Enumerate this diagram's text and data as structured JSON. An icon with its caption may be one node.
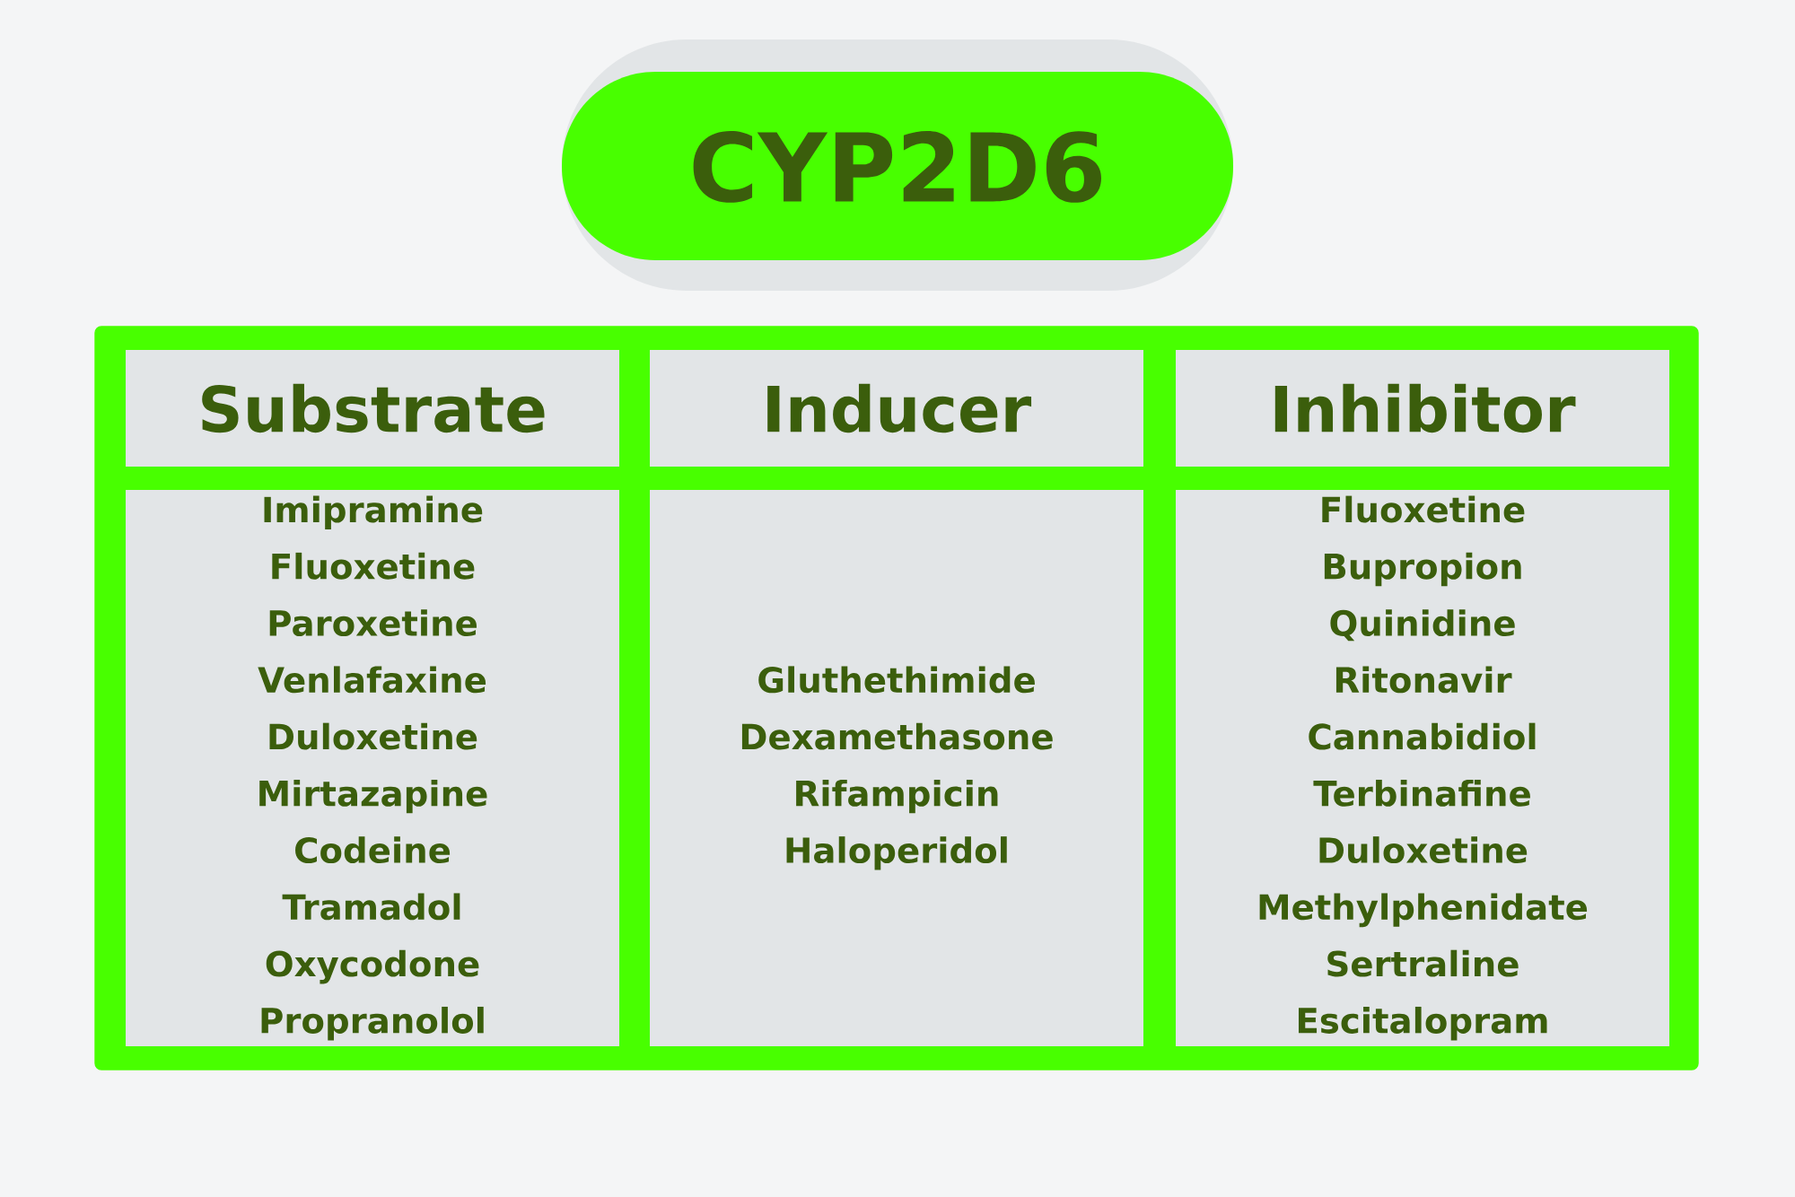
{
  "diagram": {
    "nodes": [
      {
        "text": [
          "CYP2D6"
        ]
      },
      {
        "text": [],
        "shape": "box"
      },
      {
        "text": [
          "Substrate"
        ],
        "in": 1
      },
      {
        "text": [
          "Inducer"
        ],
        "in": 1
      },
      {
        "text": [
          "Inhibitor"
        ],
        "in": 1
      },
      {
        "text": [
          "Imipramine",
          "Fluoxetine",
          "Paroxetine",
          "Venlafaxine",
          "Duloxetine",
          "Mirtazapine",
          "Codeine",
          "Tramadol",
          "Oxycodone",
          "Propranolol"
        ],
        "in": 1
      },
      {
        "text": [
          "Gluthethimide",
          "Dexamethasone",
          "Rifampicin",
          "Haloperidol"
        ],
        "in": 1
      },
      {
        "text": [
          "Fluoxetine",
          "Bupropion",
          "Quinidine",
          "Ritonavir",
          "Cannabidiol",
          "Terbinafine",
          "Duloxetine",
          "Methylphenidate",
          "Sertraline",
          "Escitalopram"
        ],
        "in": 1
      }
    ]
  }
}
